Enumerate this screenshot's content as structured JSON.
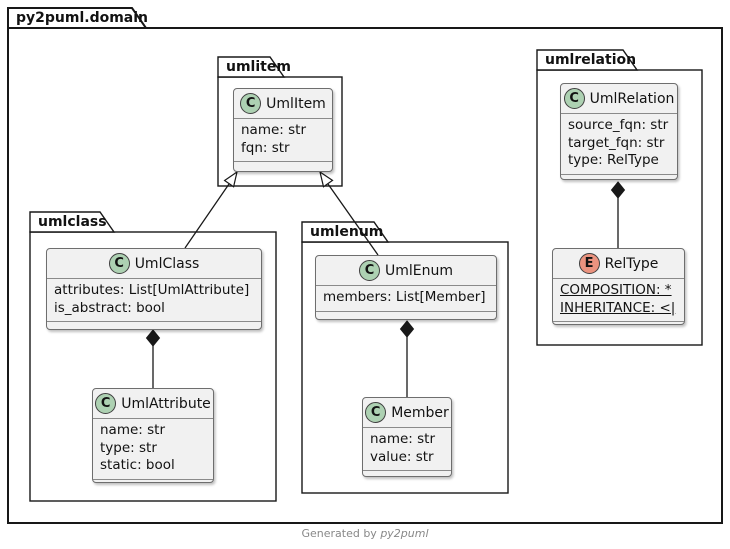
{
  "root_package": {
    "label": "py2puml.domain"
  },
  "packages": {
    "umlitem": {
      "label": "umlitem"
    },
    "umlclass": {
      "label": "umlclass"
    },
    "umlenum": {
      "label": "umlenum"
    },
    "umlrelation": {
      "label": "umlrelation"
    }
  },
  "classes": {
    "uml_item": {
      "icon": "C",
      "kind": "class",
      "name": "UmlItem",
      "attrs": [
        "name: str",
        "fqn: str"
      ]
    },
    "uml_class": {
      "icon": "C",
      "kind": "class",
      "name": "UmlClass",
      "attrs": [
        "attributes: List[UmlAttribute]",
        "is_abstract: bool"
      ]
    },
    "uml_attribute": {
      "icon": "C",
      "kind": "class",
      "name": "UmlAttribute",
      "attrs": [
        "name: str",
        "type: str",
        "static: bool"
      ]
    },
    "uml_enum": {
      "icon": "C",
      "kind": "class",
      "name": "UmlEnum",
      "attrs": [
        "members: List[Member]"
      ]
    },
    "member": {
      "icon": "C",
      "kind": "class",
      "name": "Member",
      "attrs": [
        "name: str",
        "value: str"
      ]
    },
    "uml_relation": {
      "icon": "C",
      "kind": "class",
      "name": "UmlRelation",
      "attrs": [
        "source_fqn: str",
        "target_fqn: str",
        "type: RelType"
      ]
    },
    "rel_type": {
      "icon": "E",
      "kind": "enum",
      "name": "RelType",
      "attrs": [
        "COMPOSITION: *",
        "INHERITANCE: <|"
      ],
      "attrs_underlined": true
    }
  },
  "relations": [
    {
      "from": "UmlClass",
      "to": "UmlItem",
      "type": "inheritance"
    },
    {
      "from": "UmlEnum",
      "to": "UmlItem",
      "type": "inheritance"
    },
    {
      "from": "UmlClass",
      "to": "UmlAttribute",
      "type": "composition"
    },
    {
      "from": "UmlEnum",
      "to": "Member",
      "type": "composition"
    },
    {
      "from": "UmlRelation",
      "to": "RelType",
      "type": "composition"
    }
  ],
  "footer": {
    "text": "Generated by ",
    "brand": "py2puml"
  },
  "colors": {
    "class_icon_fill": "#ADD1B2",
    "enum_icon_fill": "#EB937F",
    "box_fill": "#F1F1F1",
    "package_border": "#181818",
    "box_border": "#6e6e6e",
    "footer_text": "#888888"
  }
}
